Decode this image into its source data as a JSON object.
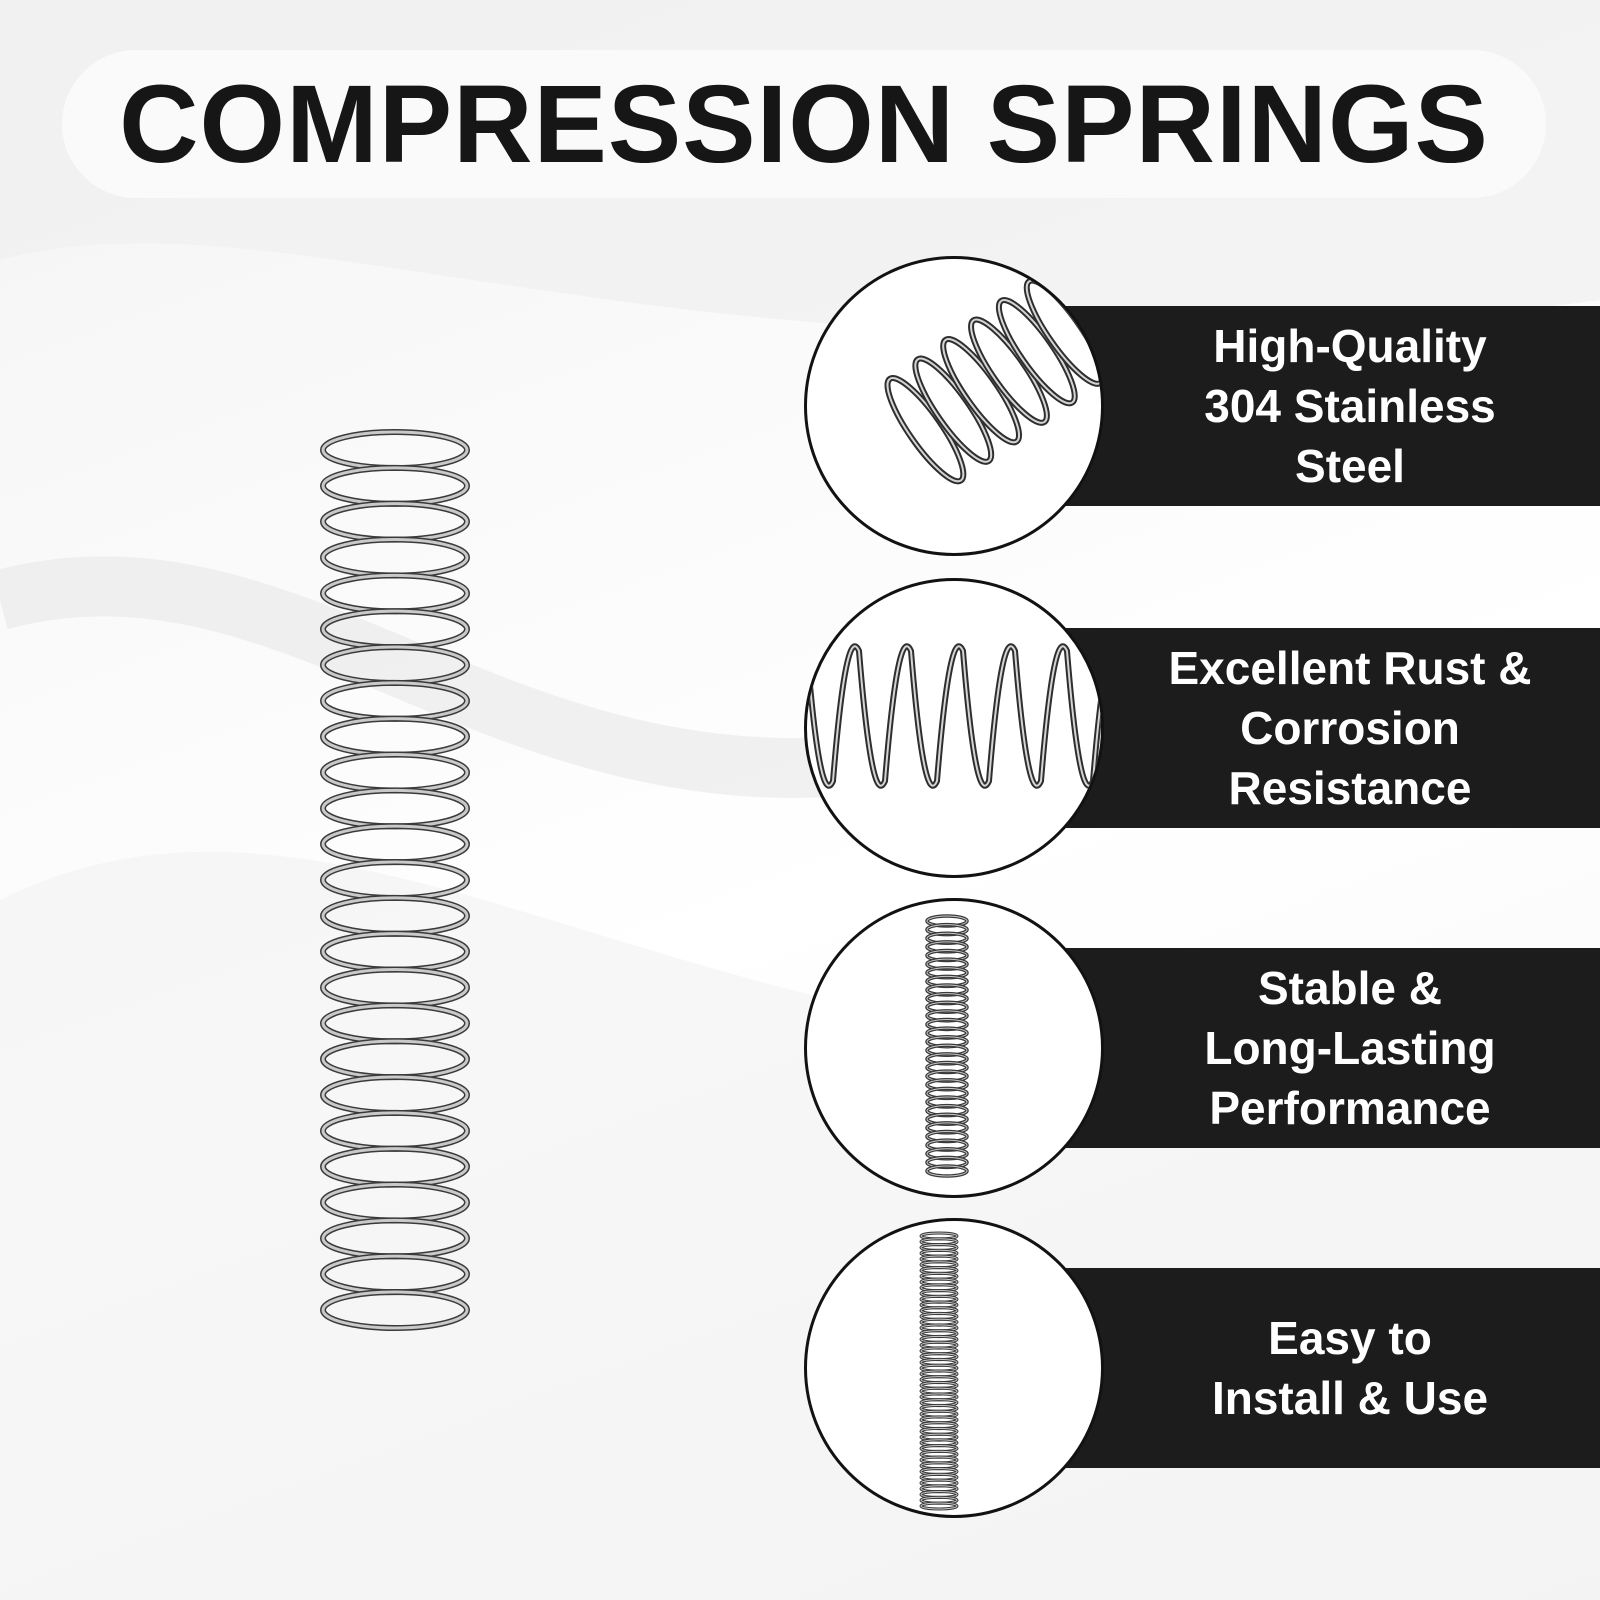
{
  "title": "COMPRESSION SPRINGS",
  "features": [
    {
      "text": "High-Quality\n304 Stainless\nSteel",
      "icon": "spring-closeup-icon"
    },
    {
      "text": "Excellent Rust &\nCorrosion\nResistance",
      "icon": "spring-side-icon"
    },
    {
      "text": "Stable &\nLong-Lasting\nPerformance",
      "icon": "spring-thin-icon"
    },
    {
      "text": "Easy to\nInstall & Use",
      "icon": "spring-fine-icon"
    }
  ],
  "colors": {
    "bar": "#1c1c1c",
    "title": "#161616",
    "circle_border": "#121212"
  }
}
